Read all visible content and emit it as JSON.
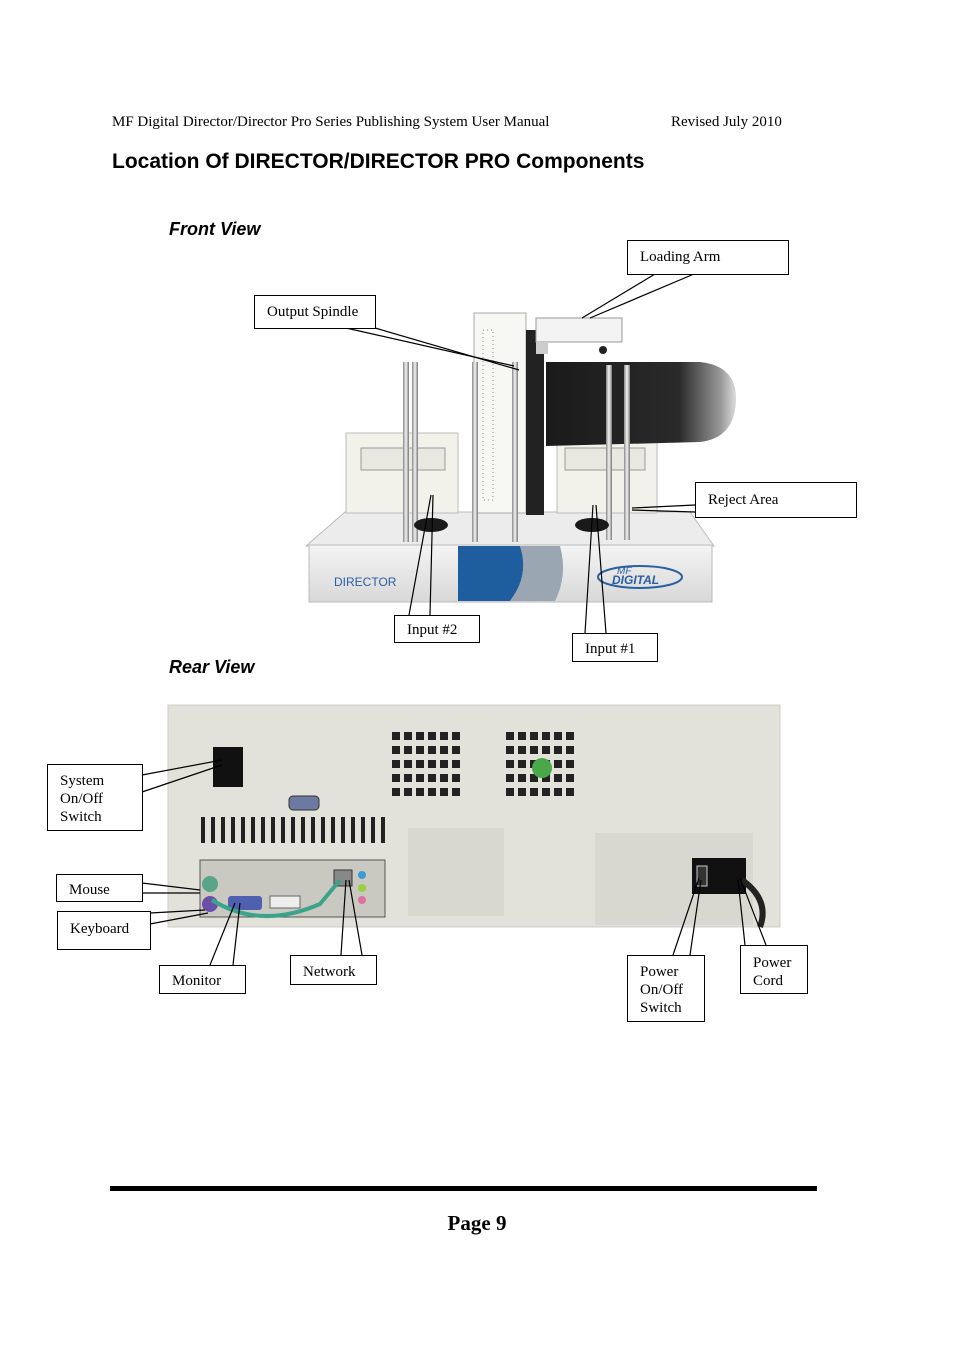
{
  "header": {
    "manual_title": "MF Digital Director/Director Pro Series Publishing System User Manual",
    "revision": "Revised July 2010"
  },
  "section_title": "Location Of DIRECTOR/DIRECTOR PRO Components",
  "front_view": {
    "heading": "Front View",
    "brand_left": "DIRECTOR",
    "brand_right_top": "MF",
    "brand_right_bottom": "DIGITAL",
    "labels": {
      "loading_arm": "Loading Arm",
      "output_spindle": "Output Spindle",
      "reject_area": "Reject Area",
      "input_2": "Input #2",
      "input_1": "Input #1"
    }
  },
  "rear_view": {
    "heading": "Rear View",
    "labels": {
      "system_switch": [
        "System",
        "On/Off",
        "Switch"
      ],
      "mouse": "Mouse",
      "keyboard": "Keyboard",
      "monitor": "Monitor",
      "network": "Network",
      "power_switch": [
        "Power",
        "On/Off",
        "Switch"
      ],
      "power_cord": [
        "Power",
        "Cord"
      ]
    }
  },
  "footer": {
    "page": "Page 9"
  }
}
